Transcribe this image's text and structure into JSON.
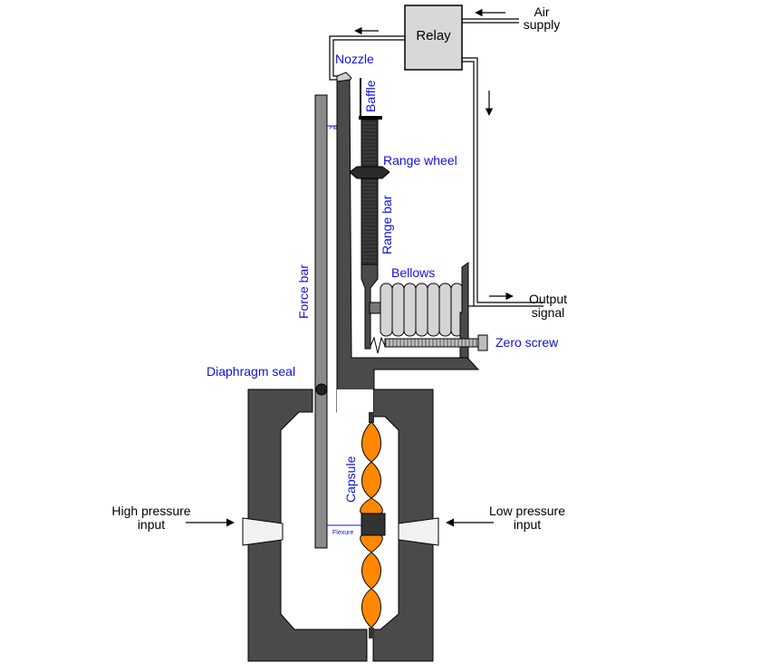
{
  "labels": {
    "relay": "Relay",
    "air_supply_line1": "Air",
    "air_supply_line2": "supply",
    "nozzle": "Nozzle",
    "baffle": "Baffle",
    "flexure_top": "Flexure",
    "range_wheel": "Range wheel",
    "range_bar": "Range bar",
    "bellows": "Bellows",
    "output_line1": "Output",
    "output_line2": "signal",
    "zero_screw": "Zero screw",
    "force_bar": "Force bar",
    "diaphragm_seal": "Diaphragm seal",
    "capsule": "Capsule",
    "high_pressure_line1": "High pressure",
    "high_pressure_line2": "input",
    "low_pressure_line1": "Low pressure",
    "low_pressure_line2": "input",
    "flexure_bottom": "Flexure"
  },
  "colors": {
    "body_dark": "#4a4a4a",
    "force_bar": "#8a8a8a",
    "relay_fill": "#d8d8d8",
    "capsule_orange": "#ff8800",
    "label_blue": "#1010e0"
  }
}
